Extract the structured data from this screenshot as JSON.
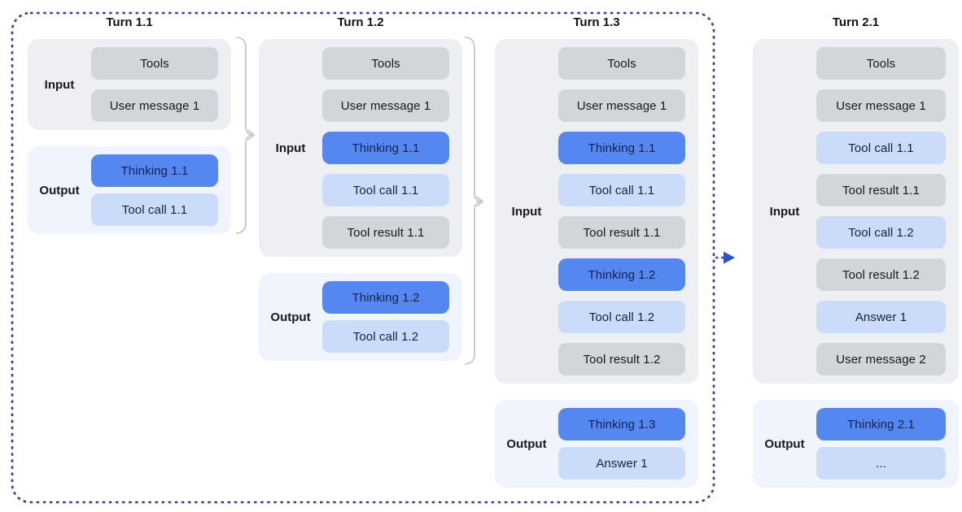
{
  "colors": {
    "thinking_blue": "#5587f0",
    "light_blue": "#cbdbfa",
    "gray": "#d2d5da",
    "input_bg": "#edeff3",
    "output_bg": "#eff4fd",
    "dashed_border": "#303f9f",
    "arrow_blue": "#2a4fd4",
    "bracket": "#c4c7cd",
    "text_on_blue": "#13224a"
  },
  "icons": {
    "next_turn_arrow": "dashed-right-arrow",
    "carry_forward_bracket": "brace-with-right-arrow"
  },
  "turns": [
    {
      "title": "Turn 1.1",
      "sections": [
        {
          "label": "Input",
          "kind": "input",
          "rows": [
            {
              "label": "Tools",
              "type": "gray"
            },
            {
              "label": "User message 1",
              "type": "gray"
            }
          ]
        },
        {
          "label": "Output",
          "kind": "output",
          "rows": [
            {
              "label": "Thinking 1.1",
              "type": "thinking"
            },
            {
              "label": "Tool call 1.1",
              "type": "toolcall"
            }
          ]
        }
      ]
    },
    {
      "title": "Turn 1.2",
      "sections": [
        {
          "label": "Input",
          "kind": "input",
          "rows": [
            {
              "label": "Tools",
              "type": "gray"
            },
            {
              "label": "User message 1",
              "type": "gray"
            },
            {
              "label": "Thinking 1.1",
              "type": "thinking"
            },
            {
              "label": "Tool call 1.1",
              "type": "toolcall"
            },
            {
              "label": "Tool result 1.1",
              "type": "gray"
            }
          ]
        },
        {
          "label": "Output",
          "kind": "output",
          "rows": [
            {
              "label": "Thinking 1.2",
              "type": "thinking"
            },
            {
              "label": "Tool call 1.2",
              "type": "toolcall"
            }
          ]
        }
      ]
    },
    {
      "title": "Turn 1.3",
      "sections": [
        {
          "label": "Input",
          "kind": "input",
          "rows": [
            {
              "label": "Tools",
              "type": "gray"
            },
            {
              "label": "User message 1",
              "type": "gray"
            },
            {
              "label": "Thinking 1.1",
              "type": "thinking"
            },
            {
              "label": "Tool call 1.1",
              "type": "toolcall"
            },
            {
              "label": "Tool result 1.1",
              "type": "gray"
            },
            {
              "label": "Thinking 1.2",
              "type": "thinking"
            },
            {
              "label": "Tool call 1.2",
              "type": "toolcall"
            },
            {
              "label": "Tool result 1.2",
              "type": "gray"
            }
          ]
        },
        {
          "label": "Output",
          "kind": "output",
          "rows": [
            {
              "label": "Thinking 1.3",
              "type": "thinking"
            },
            {
              "label": "Answer 1",
              "type": "toolcall"
            }
          ]
        }
      ]
    },
    {
      "title": "Turn 2.1",
      "sections": [
        {
          "label": "Input",
          "kind": "input",
          "rows": [
            {
              "label": "Tools",
              "type": "gray"
            },
            {
              "label": "User message 1",
              "type": "gray"
            },
            {
              "label": "Tool call 1.1",
              "type": "toolcall"
            },
            {
              "label": "Tool result 1.1",
              "type": "gray"
            },
            {
              "label": "Tool call 1.2",
              "type": "toolcall"
            },
            {
              "label": "Tool result 1.2",
              "type": "gray"
            },
            {
              "label": "Answer 1",
              "type": "toolcall"
            },
            {
              "label": "User message 2",
              "type": "gray"
            }
          ]
        },
        {
          "label": "Output",
          "kind": "output",
          "rows": [
            {
              "label": "Thinking 2.1",
              "type": "thinking"
            },
            {
              "label": "...",
              "type": "toolcall"
            }
          ]
        }
      ]
    }
  ]
}
